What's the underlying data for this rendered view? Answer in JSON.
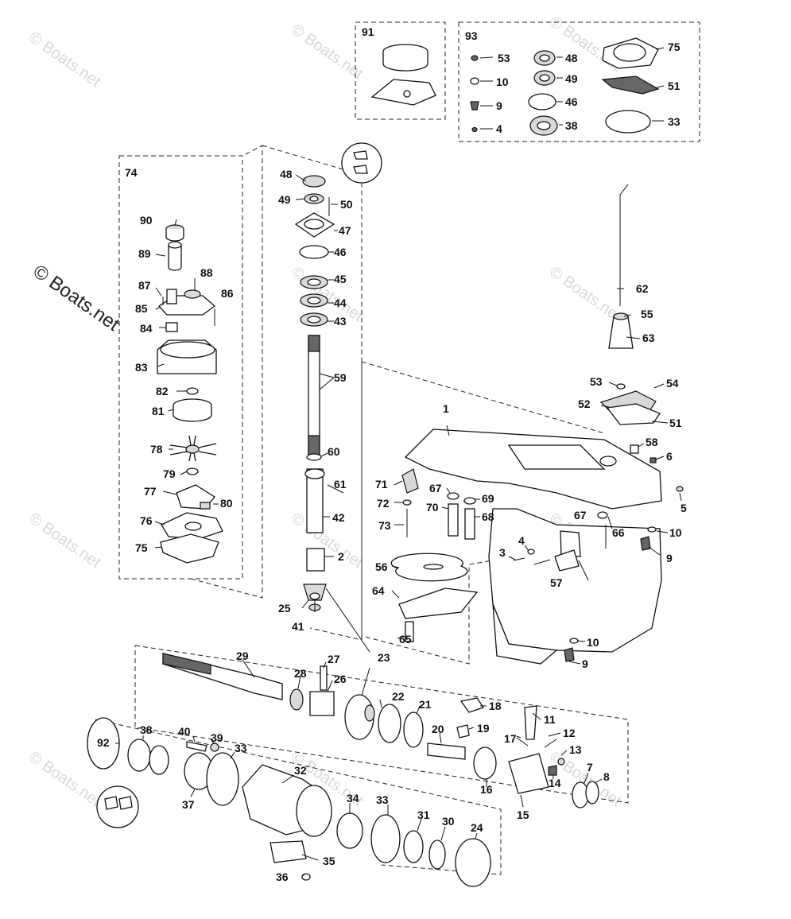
{
  "watermark": {
    "text": "© Boats.net"
  },
  "group_labels": {
    "kit_74": "74",
    "kit_91": "91",
    "kit_93": "93"
  },
  "callouts": {
    "c1": "1",
    "c2": "2",
    "c3": "3",
    "c4a": "4",
    "c4b": "4",
    "c5": "5",
    "c6": "6",
    "c7": "7",
    "c8": "8",
    "c9a": "9",
    "c9b": "9",
    "c9c": "9",
    "c10a": "10",
    "c10b": "10",
    "c10c": "10",
    "c11": "11",
    "c12": "12",
    "c13": "13",
    "c14": "14",
    "c15": "15",
    "c16": "16",
    "c17": "17",
    "c18": "18",
    "c19": "19",
    "c20": "20",
    "c21": "21",
    "c22": "22",
    "c23": "23",
    "c24": "24",
    "c25": "25",
    "c26": "26",
    "c27": "27",
    "c28": "28",
    "c29": "29",
    "c30": "30",
    "c31": "31",
    "c32": "32",
    "c33a": "33",
    "c33b": "33",
    "c33c": "33",
    "c34": "34",
    "c35": "35",
    "c36": "36",
    "c37": "37",
    "c38a": "38",
    "c38b": "38",
    "c39": "39",
    "c40": "40",
    "c41": "41",
    "c42": "42",
    "c43": "43",
    "c44": "44",
    "c45": "45",
    "c46a": "46",
    "c46b": "46",
    "c47": "47",
    "c48a": "48",
    "c48b": "48",
    "c49a": "49",
    "c49b": "49",
    "c50": "50",
    "c51a": "51",
    "c51b": "51",
    "c52": "52",
    "c53a": "53",
    "c53b": "53",
    "c54": "54",
    "c55": "55",
    "c56": "56",
    "c57": "57",
    "c58": "58",
    "c59": "59",
    "c60": "60",
    "c61": "61",
    "c62": "62",
    "c63": "63",
    "c64": "64",
    "c65": "65",
    "c66": "66",
    "c67a": "67",
    "c67b": "67",
    "c68": "68",
    "c69": "69",
    "c70": "70",
    "c71": "71",
    "c72": "72",
    "c73": "73",
    "c75a": "75",
    "c75b": "75",
    "c76": "76",
    "c77": "77",
    "c78": "78",
    "c79": "79",
    "c80": "80",
    "c81": "81",
    "c82": "82",
    "c83": "83",
    "c84": "84",
    "c85": "85",
    "c86": "86",
    "c87": "87",
    "c88": "88",
    "c89": "89",
    "c90": "90",
    "c92": "92"
  }
}
